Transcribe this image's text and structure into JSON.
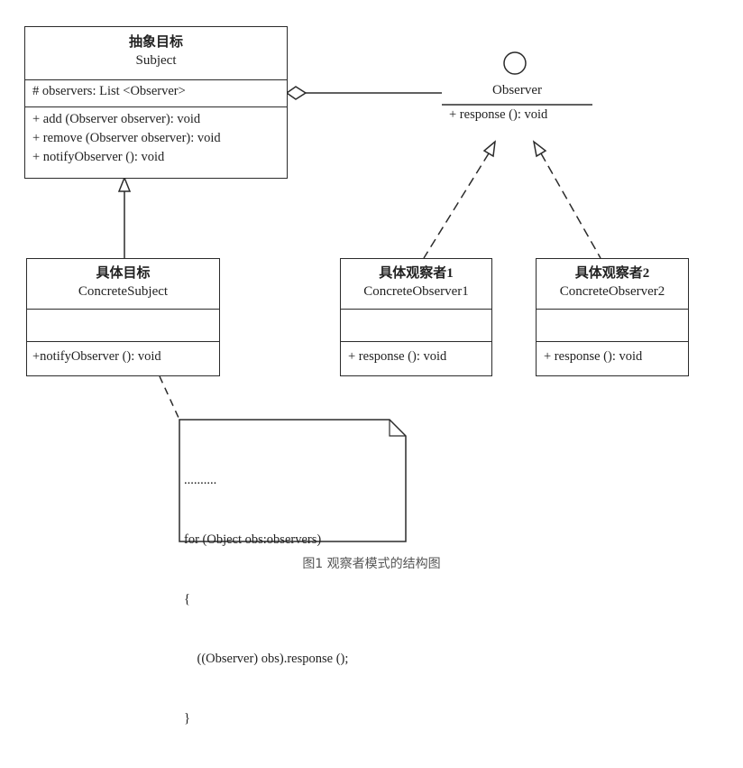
{
  "subject": {
    "name_cn": "抽象目标",
    "name_en": "Subject",
    "attribute": "# observers: List <Observer>",
    "methods": [
      "+ add (Observer observer): void",
      "+ remove (Observer observer): void",
      "+ notifyObserver (): void"
    ]
  },
  "observer_interface": {
    "name": "Observer",
    "method": "+ response (): void"
  },
  "concrete_subject": {
    "name_cn": "具体目标",
    "name_en": "ConcreteSubject",
    "method": "+notifyObserver (): void"
  },
  "concrete_observer1": {
    "name_cn": "具体观察者1",
    "name_en": "ConcreteObserver1",
    "method": "+ response (): void"
  },
  "concrete_observer2": {
    "name_cn": "具体观察者2",
    "name_en": "ConcreteObserver2",
    "method": "+ response (): void"
  },
  "note": {
    "lines": [
      "..........",
      "for (Object obs:observers)",
      "{",
      "    ((Observer) obs).response ();",
      "}"
    ]
  },
  "caption": "图1 观察者模式的结构图"
}
